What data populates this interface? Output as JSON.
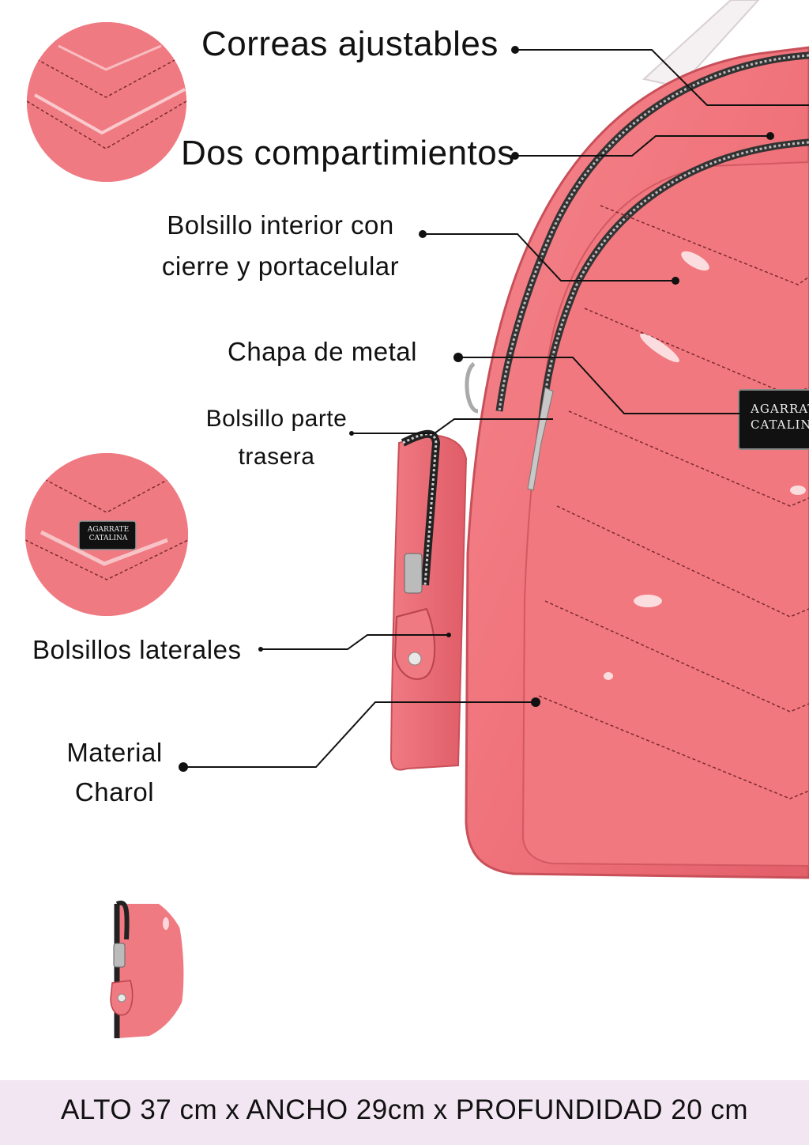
{
  "features": {
    "adjustable_straps": "Correas ajustables",
    "two_compartments": "Dos compartimientos",
    "inner_pocket_line1": "Bolsillo interior con",
    "inner_pocket_line2": "cierre y portacelular",
    "metal_plate": "Chapa de metal",
    "back_pocket_line1": "Bolsillo parte",
    "back_pocket_line2": "trasera",
    "side_pockets": "Bolsillos laterales",
    "material_line1": "Material",
    "material_line2": "Charol"
  },
  "brand_plate": {
    "line1": "AGARRATE",
    "line2": "CATALINA"
  },
  "dimensions": "ALTO 37 cm x ANCHO 29cm x PROFUNDIDAD 20 cm",
  "colors": {
    "bag_pink": "#f0737b",
    "bag_shadow": "#d9525c",
    "footer_bg": "#f3e6f3",
    "leader_line": "#111111"
  }
}
